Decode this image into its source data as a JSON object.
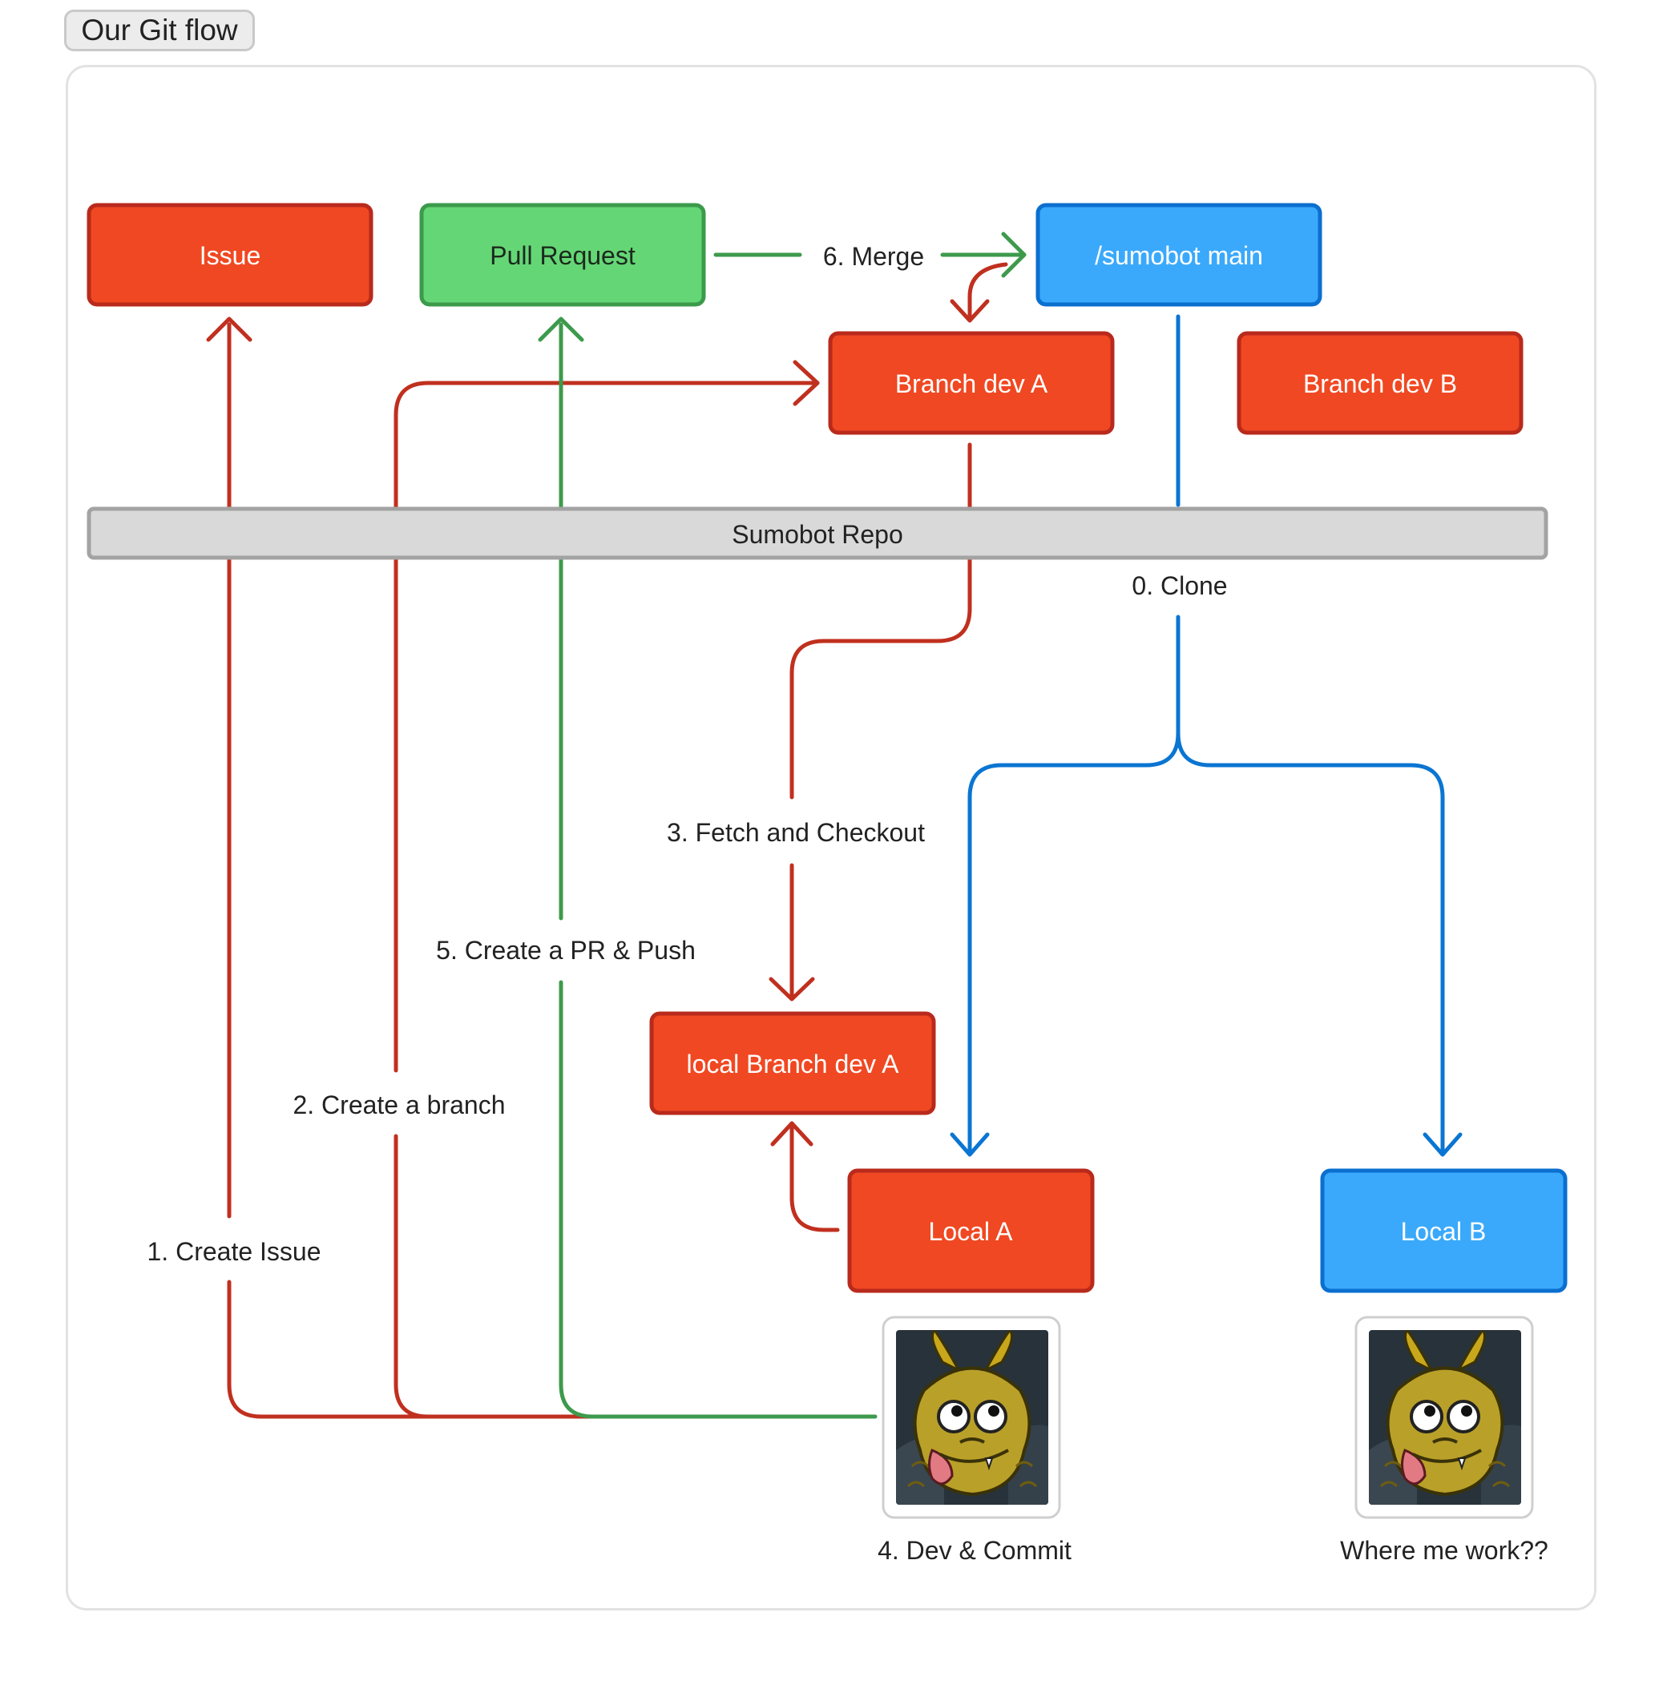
{
  "title": "Our Git flow",
  "colors": {
    "red": "#f04822",
    "red_border": "#b92a1c",
    "red_line": "#c0301f",
    "green": "#65d676",
    "green_border": "#3c9a4b",
    "green_line": "#3d9a4c",
    "blue": "#3aa9fb",
    "blue_border": "#0b6fcf",
    "blue_line": "#0a75d2",
    "gray": "#d9d9d9",
    "gray_border": "#a3a3a3"
  },
  "nodes": {
    "issue": "Issue",
    "pull_request": "Pull Request",
    "sumobot_main": "/sumobot main",
    "branch_dev_a": "Branch dev A",
    "branch_dev_b": "Branch dev B",
    "sumobot_repo": "Sumobot Repo",
    "local_branch_dev_a": "local Branch dev A",
    "local_a": "Local A",
    "local_b": "Local B"
  },
  "edges": {
    "clone": "0. Clone",
    "create_issue": "1. Create Issue",
    "create_branch": "2. Create a branch",
    "fetch_checkout": "3. Fetch and Checkout",
    "dev_commit": "4. Dev & Commit",
    "create_pr": "5. Create a PR & Push",
    "merge": "6. Merge"
  },
  "captions": {
    "where_work": "Where me work??"
  },
  "icons": {
    "avatar_a": "dragon-avatar-icon",
    "avatar_b": "dragon-avatar-icon"
  }
}
